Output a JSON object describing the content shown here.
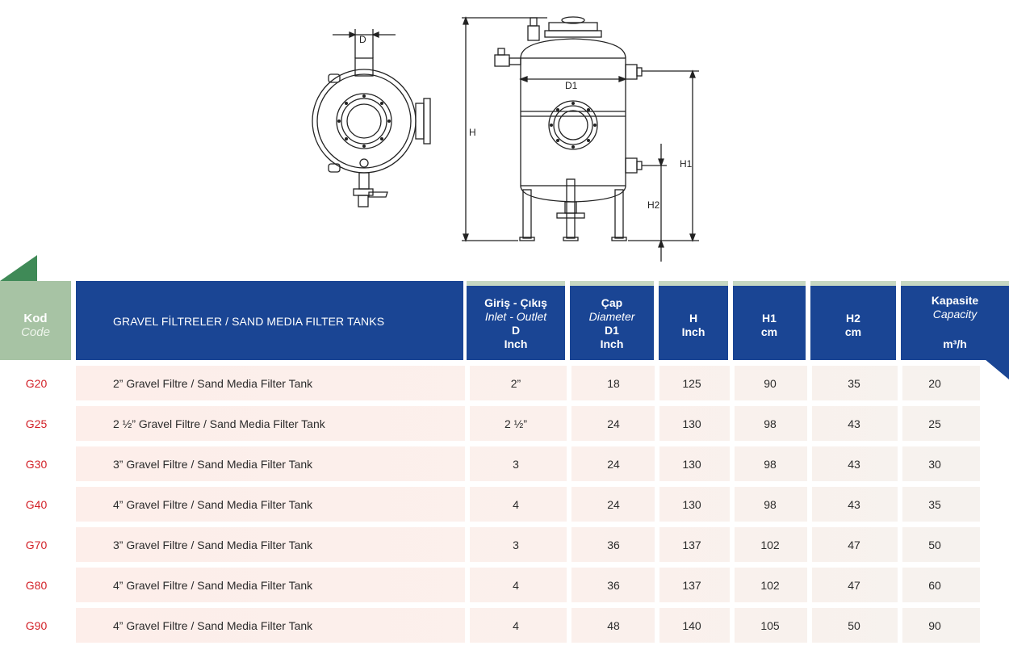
{
  "drawing": {
    "labels": {
      "d": "D",
      "d1": "D1",
      "h": "H",
      "h1": "H1",
      "h2": "H2"
    }
  },
  "table": {
    "kod_label": "Kod",
    "kod_label_en": "Code",
    "title": "GRAVEL FİLTRELER / SAND MEDIA FILTER TANKS",
    "columns": {
      "d": {
        "tr": "Giriş - Çıkış",
        "en": "Inlet - Outlet",
        "sym": "D",
        "unit": "Inch"
      },
      "d1": {
        "tr": "Çap",
        "en": "Diameter",
        "sym": "D1",
        "unit": "Inch"
      },
      "h": {
        "sym": "H",
        "unit": "Inch"
      },
      "h1": {
        "sym": "H1",
        "unit": "cm"
      },
      "h2": {
        "sym": "H2",
        "unit": "cm"
      },
      "cap": {
        "tr": "Kapasite",
        "en": "Capacity",
        "unit": "m³/h"
      }
    },
    "rows": [
      {
        "code": "G20",
        "desc": "2” Gravel Filtre / Sand Media Filter Tank",
        "d": "2”",
        "d1": "18",
        "h": "125",
        "h1": "90",
        "h2": "35",
        "cap": "20"
      },
      {
        "code": "G25",
        "desc": "2 ½” Gravel Filtre / Sand Media Filter Tank",
        "d": "2 ½”",
        "d1": "24",
        "h": "130",
        "h1": "98",
        "h2": "43",
        "cap": "25"
      },
      {
        "code": "G30",
        "desc": "3” Gravel Filtre / Sand Media Filter Tank",
        "d": "3",
        "d1": "24",
        "h": "130",
        "h1": "98",
        "h2": "43",
        "cap": "30"
      },
      {
        "code": "G40",
        "desc": "4” Gravel Filtre / Sand Media Filter Tank",
        "d": "4",
        "d1": "24",
        "h": "130",
        "h1": "98",
        "h2": "43",
        "cap": "35"
      },
      {
        "code": "G70",
        "desc": "3” Gravel Filtre / Sand Media Filter Tank",
        "d": "3",
        "d1": "36",
        "h": "137",
        "h1": "102",
        "h2": "47",
        "cap": "50"
      },
      {
        "code": "G80",
        "desc": "4” Gravel Filtre / Sand Media Filter Tank",
        "d": "4",
        "d1": "36",
        "h": "137",
        "h1": "102",
        "h2": "47",
        "cap": "60"
      },
      {
        "code": "G90",
        "desc": "4” Gravel Filtre / Sand Media Filter Tank",
        "d": "4",
        "d1": "48",
        "h": "140",
        "h1": "105",
        "h2": "50",
        "cap": "90"
      }
    ]
  }
}
